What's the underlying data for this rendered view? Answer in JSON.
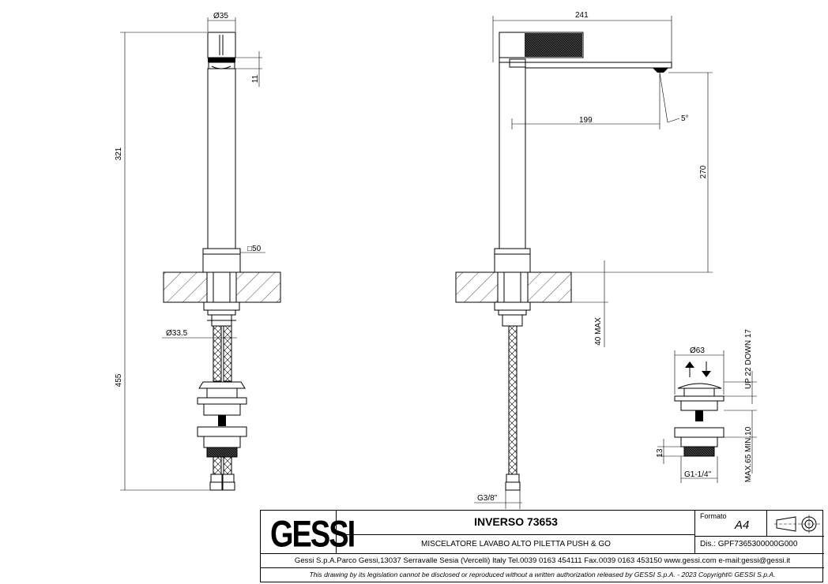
{
  "dimensions": {
    "spout_diameter": "Ø35",
    "aerator_offset": "11",
    "total_height": "321",
    "base_square": "□50",
    "shank_diameter": "Ø33.5",
    "below_deck_length": "455",
    "spout_reach_total": "241",
    "spout_reach_outlet": "199",
    "outlet_angle": "5°",
    "outlet_height": "270",
    "deck_thickness_max": "40 MAX",
    "hose_connection": "G3/8\"",
    "waste_diameter": "Ø63",
    "waste_travel": "UP 22  DOWN 17",
    "waste_thread_height": "13",
    "waste_range": "MAX.65 MIN.10",
    "waste_thread": "G1-1/4\""
  },
  "title_block": {
    "logo": "GESSI",
    "product_name": "INVERSO 73653",
    "description": "MISCELATORE LAVABO ALTO PILETTA PUSH & GO",
    "format_label": "Formato",
    "format_value": "A4",
    "drawing_number": "Dis.: GPF7365300000G000",
    "address": "Gessi S.p.A.Parco Gessi,13037 Serravalle Sesia (Vercelli) Italy Tel.0039 0163 454111 Fax.0039 0163 453150 www.gessi.com e-mail:gessi@gessi.it",
    "legal_notice": "This drawing by its legislation cannot be disclosed or reproduced without a written authorization released by GESSI S.p.A. - 2023 Copyright© GESSI S.p.A."
  }
}
